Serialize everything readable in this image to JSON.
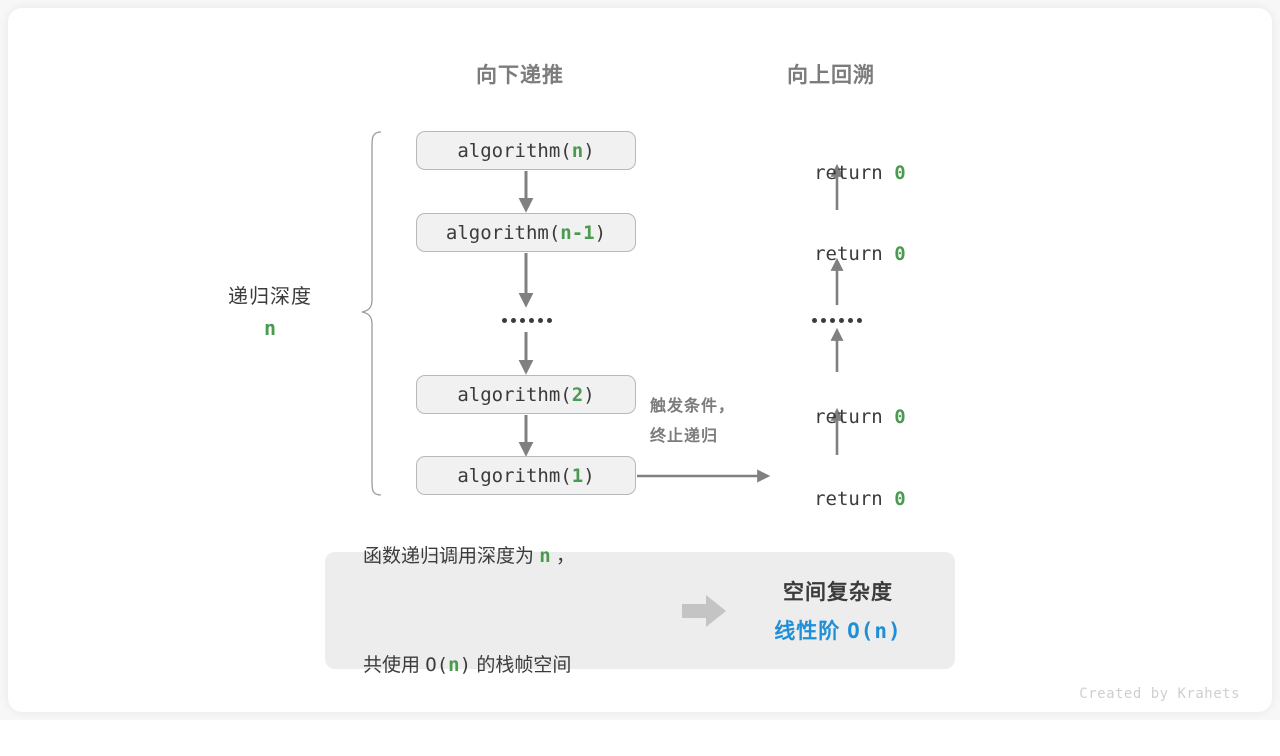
{
  "headings": {
    "down": "向下递推",
    "up": "向上回溯"
  },
  "depth_label": {
    "text": "递归深度",
    "value": "n"
  },
  "call_stack": [
    {
      "prefix": "algorithm(",
      "arg": "n",
      "suffix": ")"
    },
    {
      "prefix": "algorithm(",
      "arg": "n-1",
      "suffix": ")"
    },
    {
      "prefix": "algorithm(",
      "arg": "2",
      "suffix": ")"
    },
    {
      "prefix": "algorithm(",
      "arg": "1",
      "suffix": ")"
    }
  ],
  "returns": [
    {
      "keyword": "return ",
      "value": "0"
    },
    {
      "keyword": "return ",
      "value": "0"
    },
    {
      "keyword": "return ",
      "value": "0"
    },
    {
      "keyword": "return ",
      "value": "0"
    }
  ],
  "ellipsis": "••••••",
  "trigger_note": {
    "line1": "触发条件，",
    "line2": "终止递归"
  },
  "summary": {
    "left_line1_a": "函数递归调用深度为 ",
    "left_line1_n": "n",
    "left_line1_b": " ，",
    "left_line2_a": "共使用 ",
    "left_line2_o": "O(",
    "left_line2_n": "n",
    "left_line2_c": ")",
    "left_line2_b": " 的栈帧空间",
    "arrow_icon": "right-block-arrow-icon",
    "right_title": "空间复杂度",
    "right_value_label": "线性阶 ",
    "right_value_expr": "O(n)"
  },
  "credit": "Created by Krahets",
  "colors": {
    "accent_green": "#4a9a50",
    "accent_blue": "#1f8fd8",
    "arrow_gray": "#808080",
    "text_dark": "#3b3b3b",
    "text_muted": "#7c7c7c",
    "box_fill": "#f1f1f1",
    "panel_fill": "#ededed"
  }
}
